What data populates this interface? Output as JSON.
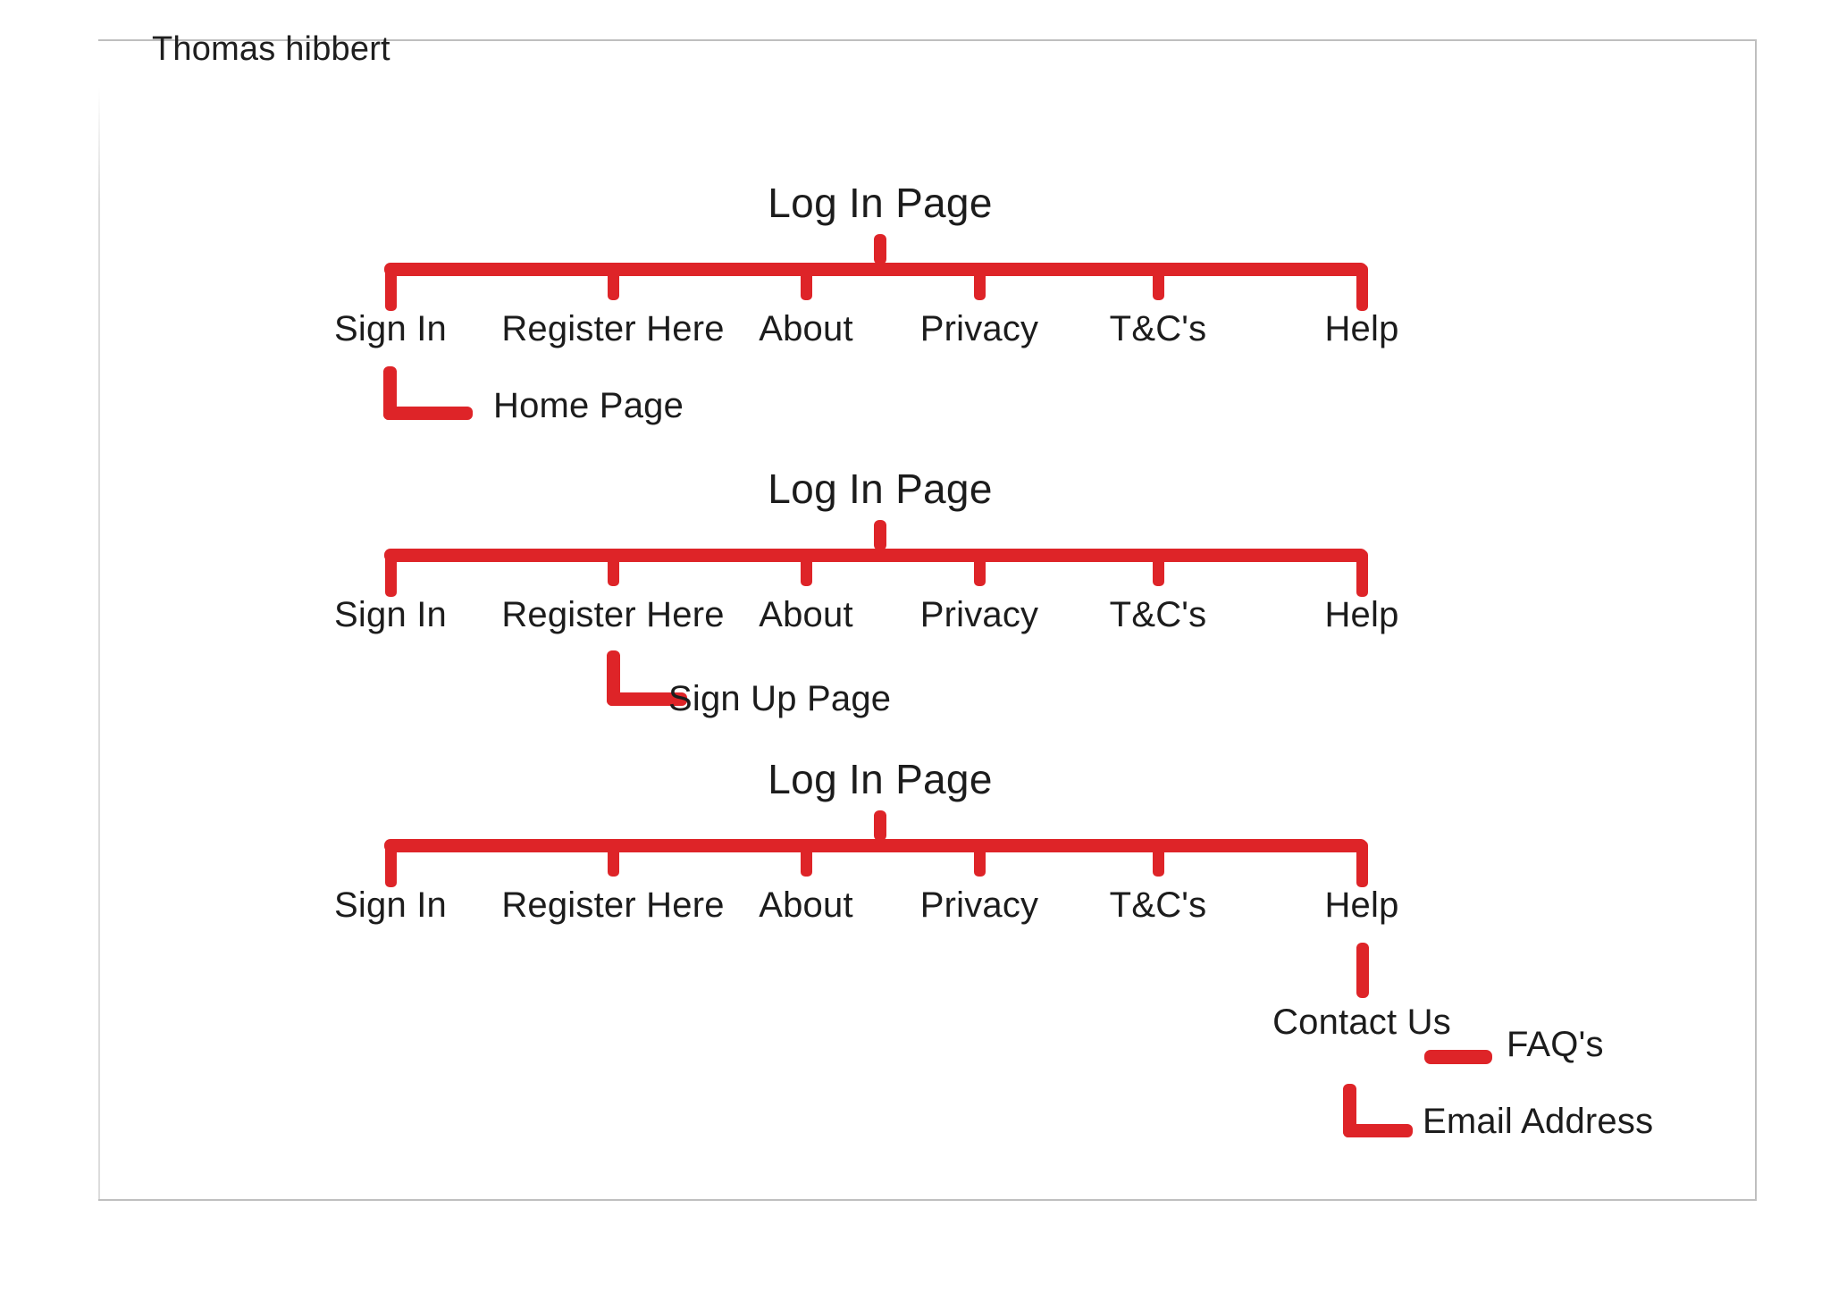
{
  "document": {
    "author": "Thomas hibbert",
    "frame_border_color": "#bfbfbf",
    "background_color": "#ffffff"
  },
  "theme": {
    "connector_color": "#DE2428",
    "text_color": "#1c1c1c"
  },
  "diagram": {
    "type": "site-map",
    "root_label": "Log In Page",
    "nav_items": [
      "Sign In",
      "Register Here",
      "About",
      "Privacy",
      "T&C's",
      "Help"
    ],
    "blocks": [
      {
        "id": "block-home",
        "title": "Log In Page",
        "items": [
          "Sign In",
          "Register Here",
          "About",
          "Privacy",
          "T&C's",
          "Help"
        ],
        "branch_from": "Sign In",
        "branch_label": "Home Page"
      },
      {
        "id": "block-signup",
        "title": "Log In Page",
        "items": [
          "Sign In",
          "Register Here",
          "About",
          "Privacy",
          "T&C's",
          "Help"
        ],
        "branch_from": "Register Here",
        "branch_label": "Sign Up Page"
      },
      {
        "id": "block-help",
        "title": "Log In Page",
        "items": [
          "Sign In",
          "Register Here",
          "About",
          "Privacy",
          "T&C's",
          "Help"
        ],
        "branch_from": "Help",
        "branch_label": "Contact Us",
        "sub_branches": [
          "FAQ's",
          "Email Address"
        ]
      }
    ]
  },
  "labels": {
    "b1": {
      "title": "Log In Page",
      "i0": "Sign In",
      "i1": "Register Here",
      "i2": "About",
      "i3": "Privacy",
      "i4": "T&C's",
      "i5": "Help",
      "branch": "Home Page"
    },
    "b2": {
      "title": "Log In Page",
      "i0": "Sign In",
      "i1": "Register Here",
      "i2": "About",
      "i3": "Privacy",
      "i4": "T&C's",
      "i5": "Help",
      "branch": "Sign Up Page"
    },
    "b3": {
      "title": "Log In Page",
      "i0": "Sign In",
      "i1": "Register Here",
      "i2": "About",
      "i3": "Privacy",
      "i4": "T&C's",
      "i5": "Help",
      "branch": "Contact Us",
      "sub_faq": "FAQ's",
      "sub_email": "Email Address"
    }
  }
}
